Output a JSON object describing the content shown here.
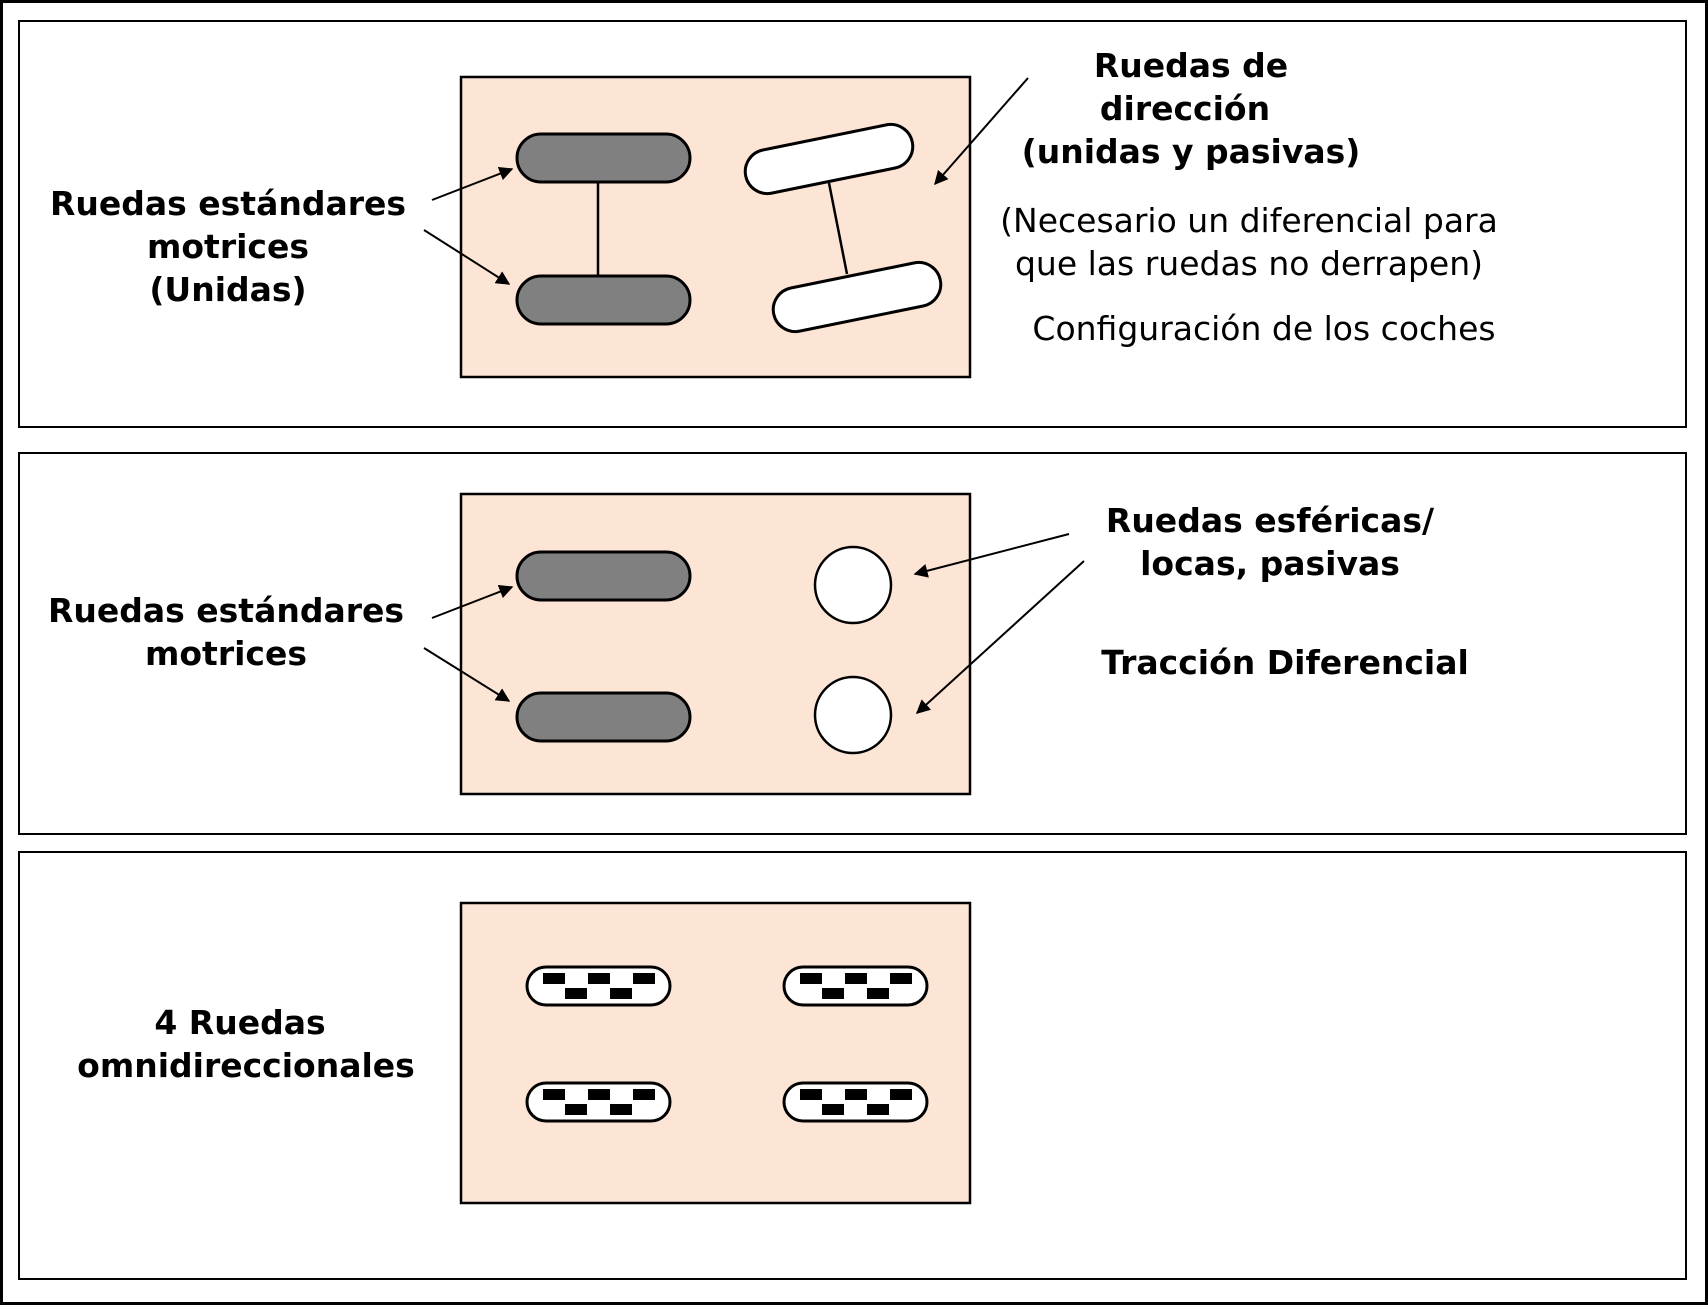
{
  "colors": {
    "chassis": "#fde5d5",
    "driven_wheel": "#808080",
    "passive_wheel": "#ffffff",
    "outline": "#000000"
  },
  "panels": [
    {
      "id": "car",
      "left_label": [
        "Ruedas estándares",
        "motrices",
        "(Unidas)"
      ],
      "right_title": [
        "Ruedas de",
        "dirección",
        "(unidas y pasivas)"
      ],
      "note": [
        "(Necesario un diferencial para",
        "que las ruedas no derrapen)"
      ],
      "caption": "Configuración de los coches"
    },
    {
      "id": "differential",
      "left_label": [
        "Ruedas estándares",
        "motrices"
      ],
      "right_title": [
        "Ruedas esféricas/",
        "locas, pasivas"
      ],
      "caption": "Tracción Diferencial"
    },
    {
      "id": "omni",
      "left_label": [
        "4 Ruedas",
        "omnidireccionales"
      ]
    }
  ]
}
